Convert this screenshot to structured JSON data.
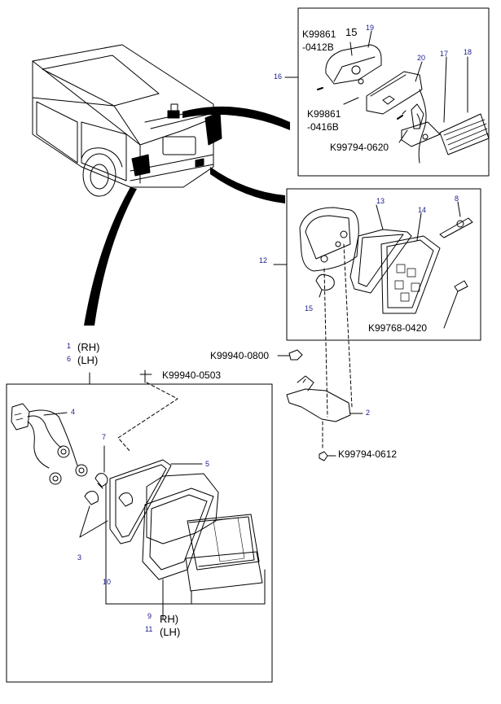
{
  "callouts": {
    "n1": "1",
    "n2": "2",
    "n3": "3",
    "n4": "4",
    "n5": "5",
    "n6": "6",
    "n7": "7",
    "n8": "8",
    "n9": "9",
    "n10": "10",
    "n11": "11",
    "n12": "12",
    "n13": "13",
    "n14": "14",
    "n15a": "15",
    "n15b": "15",
    "n16": "16",
    "n17": "17",
    "n18": "18",
    "n19": "19",
    "n20": "20"
  },
  "part_codes": {
    "k_0412_a": "K99861",
    "k_0412_b": "-0412B",
    "k_0416_a": "K99861",
    "k_0416_b": "-0416B",
    "k_0620": "K99794-0620",
    "k_0420": "K99768-0420",
    "k_0800": "K99940-0800",
    "k_0503": "K99940-0503",
    "k_0612": "K99794-0612"
  },
  "side_labels": {
    "rh_top": "(RH)",
    "lh_top": "(LH)",
    "rh_bottom": "RH)",
    "lh_bottom": "(LH)"
  }
}
